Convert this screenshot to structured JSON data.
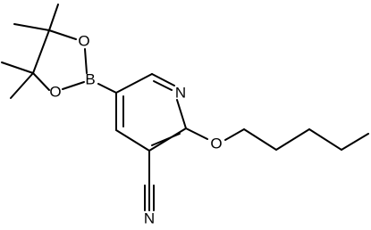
{
  "atom_labels": {
    "pyridine_n": "N",
    "ether_o": "O",
    "boron": "B",
    "boronate_o_upper": "O",
    "boronate_o_lower": "O",
    "nitrile_n": "N"
  },
  "colors": {
    "bond": "#000000",
    "label": "#000000",
    "background": "#ffffff"
  }
}
